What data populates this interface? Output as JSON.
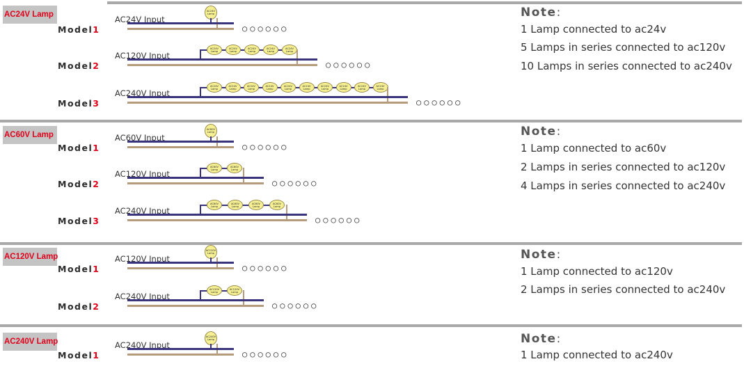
{
  "sections": [
    {
      "tag": "AC24V Lamp",
      "note_title": "Note",
      "note_colon": ":",
      "notes": [
        "1 Lamp connected to ac24v",
        "5 Lamps in series connected to ac120v",
        "10 Lamps in series connected to ac240v"
      ],
      "models": [
        {
          "word": "Model",
          "num": "1",
          "input": "AC24V Input",
          "lamp_label": "AC24V Lamp",
          "lamps": 1
        },
        {
          "word": "Model",
          "num": "2",
          "input": "AC120V Input",
          "lamp_label": "AC24V Lamp",
          "lamps": 5
        },
        {
          "word": "Model",
          "num": "3",
          "input": "AC240V Input",
          "lamp_label": "AC24V Lamp",
          "lamps": 10
        }
      ]
    },
    {
      "tag": "AC60V Lamp",
      "note_title": "Note",
      "note_colon": ":",
      "notes": [
        "1 Lamp connected to ac60v",
        "2 Lamps in series connected to ac120v",
        "4 Lamps in series connected to ac240v"
      ],
      "models": [
        {
          "word": "Model",
          "num": "1",
          "input": "AC60V Input",
          "lamp_label": "AC60V Lamp",
          "lamps": 1
        },
        {
          "word": "Model",
          "num": "2",
          "input": "AC120V Input",
          "lamp_label": "AC60V Lamp",
          "lamps": 2
        },
        {
          "word": "Model",
          "num": "3",
          "input": "AC240V Input",
          "lamp_label": "AC60V Lamp",
          "lamps": 4
        }
      ]
    },
    {
      "tag": "AC120V Lamp",
      "note_title": "Note",
      "note_colon": ":",
      "notes": [
        "1 Lamp connected to ac120v",
        "2 Lamps in series connected to ac240v"
      ],
      "models": [
        {
          "word": "Model",
          "num": "1",
          "input": "AC120V Input",
          "lamp_label": "AC120V Lamp",
          "lamps": 1
        },
        {
          "word": "Model",
          "num": "2",
          "input": "AC240V Input",
          "lamp_label": "AC120V Lamp",
          "lamps": 2
        }
      ]
    },
    {
      "tag": "AC240V Lamp",
      "note_title": "Note",
      "note_colon": ":",
      "notes": [
        "1 Lamp connected to ac240v"
      ],
      "models": [
        {
          "word": "Model",
          "num": "1",
          "input": "AC240V Input",
          "lamp_label": "AC240V Lamp",
          "lamps": 1
        }
      ]
    }
  ],
  "dots_text": "○○○○○○",
  "colors": {
    "live_wire": "#38337a",
    "neutral_wire": "#b59a7c",
    "lamp_fill": "#f6f094",
    "tag_text": "#e0001a",
    "tag_bg": "#c4c4c4"
  }
}
